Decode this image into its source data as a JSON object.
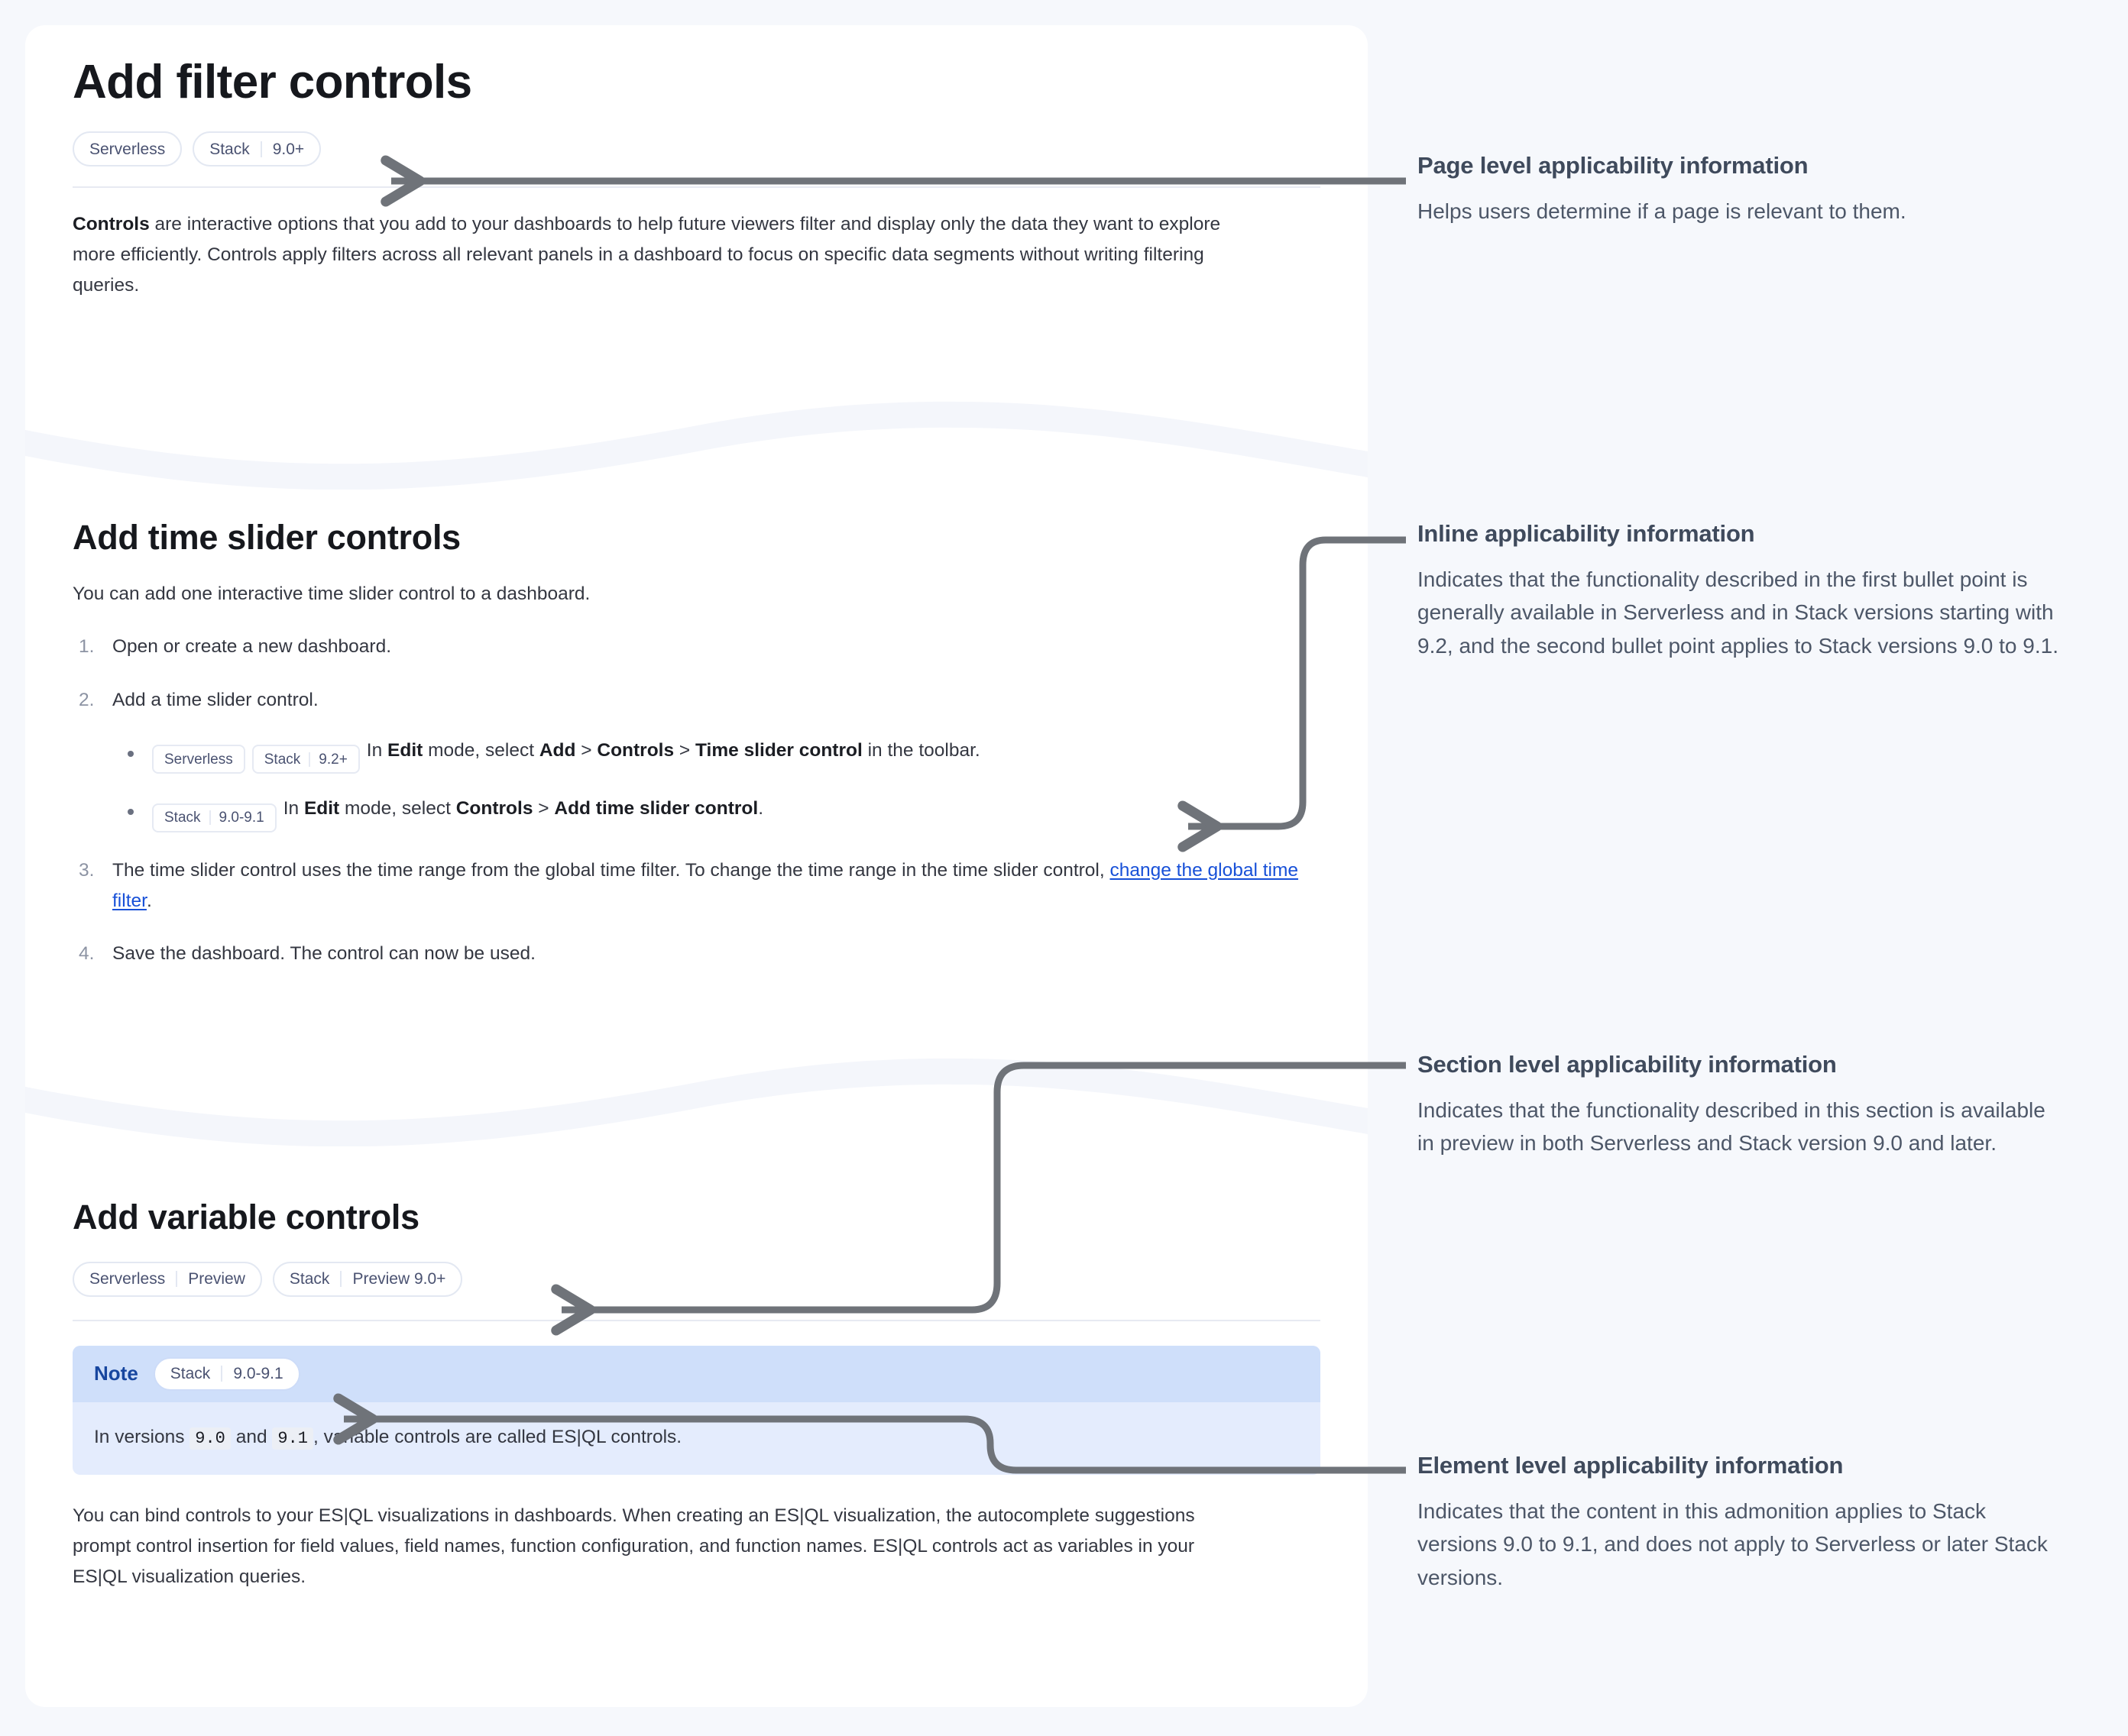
{
  "doc": {
    "page_title": "Add filter controls",
    "page_badges": [
      {
        "name": "badge-serverless",
        "segments": [
          "Serverless"
        ]
      },
      {
        "name": "badge-stack-90plus",
        "segments": [
          "Stack",
          "9.0+"
        ]
      }
    ],
    "intro": {
      "lead": "Controls",
      "rest": " are interactive options that you add to your dashboards to help future viewers filter and display only the data they want to explore more efficiently. Controls apply filters across all relevant panels in a dashboard to focus on specific data segments without writing filtering queries."
    },
    "time_slider_section": {
      "heading": "Add time slider controls",
      "intro": "You can add one interactive time slider control to a dashboard.",
      "step1": "Open or create a new dashboard.",
      "step2": "Add a time slider control.",
      "bullet1": {
        "badges": [
          {
            "name": "badge-serverless",
            "segments": [
              "Serverless"
            ]
          },
          {
            "name": "badge-stack-92plus",
            "segments": [
              "Stack",
              "9.2+"
            ]
          }
        ],
        "text_1": "In ",
        "bold_1": "Edit",
        "text_2": " mode, select ",
        "bold_2": "Add",
        "text_3": " > ",
        "bold_3": "Controls",
        "text_4": " > ",
        "bold_4": "Time slider control",
        "text_5": " in the toolbar."
      },
      "bullet2": {
        "badges": [
          {
            "name": "badge-stack-90-91",
            "segments": [
              "Stack",
              "9.0-9.1"
            ]
          }
        ],
        "text_1": "In ",
        "bold_1": "Edit",
        "text_2": " mode, select ",
        "bold_2": "Controls",
        "text_3": " > ",
        "bold_3": "Add time slider control",
        "text_4": "."
      },
      "step3_a": "The time slider control uses the time range from the global time filter. To change the time range in the time slider control, ",
      "step3_link": "change the global time filter",
      "step3_b": ".",
      "step4": "Save the dashboard. The control can now be used."
    },
    "variable_section": {
      "heading": "Add variable controls",
      "badges": [
        {
          "name": "badge-serverless-preview",
          "segments": [
            "Serverless",
            "Preview"
          ]
        },
        {
          "name": "badge-stack-preview-90plus",
          "segments": [
            "Stack",
            "Preview 9.0+"
          ]
        }
      ],
      "note": {
        "label": "Note",
        "badge": {
          "name": "badge-stack-90-91",
          "segments": [
            "Stack",
            "9.0-9.1"
          ]
        },
        "body_1": "In versions ",
        "code_1": "9.0",
        "body_2": " and ",
        "code_2": "9.1",
        "body_3": ", variable controls are called ES|QL controls."
      },
      "paragraph": "You can bind controls to your ES|QL visualizations in dashboards. When creating an ES|QL visualization, the autocomplete suggestions prompt control insertion for field values, field names, function configuration, and function names. ES|QL controls act as variables in your ES|QL visualization queries."
    }
  },
  "annotations": [
    {
      "key": "page-level",
      "title": "Page level applicability information",
      "body": "Helps users determine if a page is relevant to them."
    },
    {
      "key": "inline",
      "title": "Inline applicability information",
      "body": "Indicates that the functionality described in the first bullet point is generally available in Serverless and in Stack versions starting with 9.2, and the second bullet point applies to Stack versions 9.0 to 9.1."
    },
    {
      "key": "section-level",
      "title": "Section level applicability information",
      "body": "Indicates that the functionality described in this section is available in preview in both Serverless and Stack version 9.0 and later."
    },
    {
      "key": "element-level",
      "title": "Element level applicability information",
      "body": "Indicates that the content in this admonition applies to Stack versions 9.0 to 9.1, and does not apply to Serverless or later Stack versions."
    }
  ],
  "colors": {
    "page_background": "#f6f8fc",
    "panel_background": "#ffffff",
    "connector": "#6f7379",
    "link": "#1750d8",
    "note_header": "#cfdffa",
    "note_body": "#e4ecfd",
    "note_label": "#17469f",
    "badge_border": "#e3e8f2",
    "badge_text": "#4a5271",
    "annotation_title": "#3f4a5c",
    "annotation_body": "#4d5768"
  }
}
